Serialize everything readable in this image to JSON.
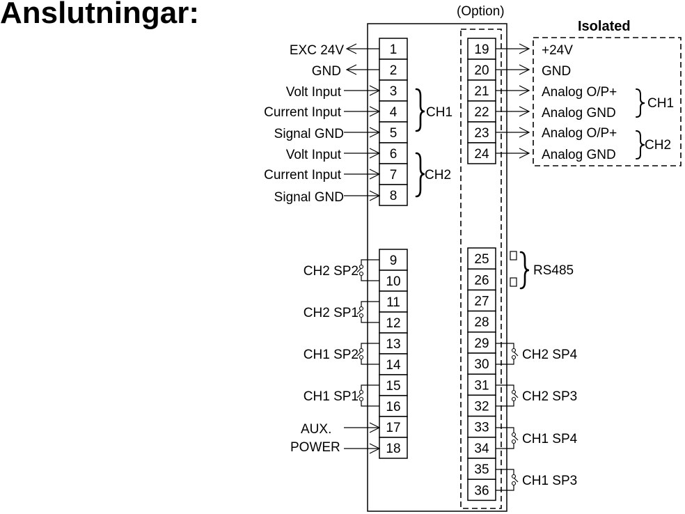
{
  "title": "Anslutningar:",
  "option_label": "(Option)",
  "isolated_label": "Isolated",
  "left_terminals": [
    "1",
    "2",
    "3",
    "4",
    "5",
    "6",
    "7",
    "8"
  ],
  "left_relay_terminals": [
    "9",
    "10",
    "11",
    "12",
    "13",
    "14",
    "15",
    "16",
    "17",
    "18"
  ],
  "right_terminals": [
    "19",
    "20",
    "21",
    "22",
    "23",
    "24"
  ],
  "right_lower_terminals": [
    "25",
    "26",
    "27",
    "28",
    "29",
    "30",
    "31",
    "32",
    "33",
    "34",
    "35",
    "36"
  ],
  "left_labels": {
    "exc": "EXC 24V",
    "gnd": "GND",
    "volt_input_1": "Volt Input",
    "current_input_1": "Current Input",
    "signal_gnd_1": "Signal GND",
    "volt_input_2": "Volt Input",
    "current_input_2": "Current Input",
    "signal_gnd_2": "Signal GND",
    "ch1": "CH1",
    "ch2": "CH2"
  },
  "relay_labels_left": [
    "CH2 SP2",
    "CH2 SP1",
    "CH1 SP2",
    "CH1 SP1"
  ],
  "aux_labels": [
    "AUX.",
    "POWER"
  ],
  "isolated_outputs": {
    "v24": "+24V",
    "gnd": "GND",
    "ao_ch1_pos": "Analog O/P+",
    "ao_ch1_gnd": "Analog GND",
    "ao_ch2_pos": "Analog O/P+",
    "ao_ch2_gnd": "Analog GND",
    "ch1": "CH1",
    "ch2": "CH2"
  },
  "rs485_label": "RS485",
  "relay_labels_right": [
    "CH2 SP4",
    "CH2 SP3",
    "CH1 SP4",
    "CH1 SP3"
  ]
}
